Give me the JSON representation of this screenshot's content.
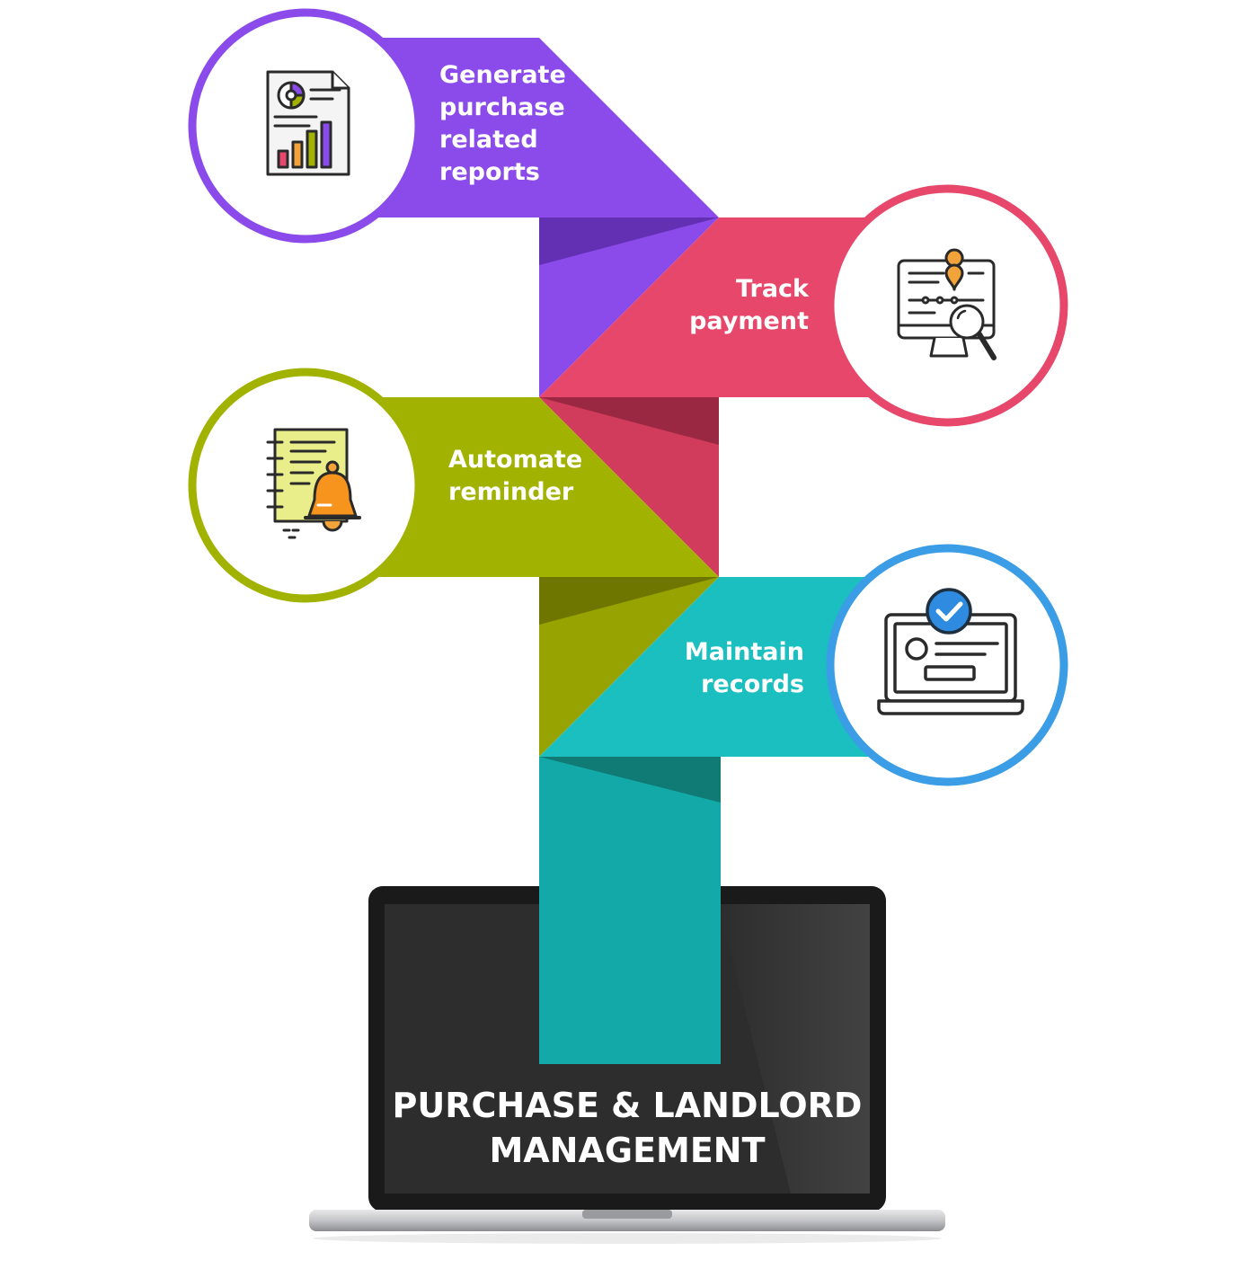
{
  "title": {
    "line1": "PURCHASE & LANDLORD",
    "line2": "MANAGEMENT"
  },
  "features": [
    {
      "id": "reports",
      "lines": [
        "Generate",
        "purchase",
        "related",
        "reports"
      ],
      "color": "#8a4bea",
      "icon": "report-chart-icon"
    },
    {
      "id": "payment",
      "lines": [
        "Track",
        "payment"
      ],
      "color": "#e6476a",
      "icon": "payment-search-icon"
    },
    {
      "id": "reminder",
      "lines": [
        "Automate",
        "reminder"
      ],
      "color": "#a2b200",
      "icon": "reminder-bell-icon"
    },
    {
      "id": "records",
      "lines": [
        "Maintain",
        "records"
      ],
      "color": "#1bbfbf",
      "icon": "laptop-records-icon"
    }
  ],
  "colors": {
    "purple": "#8a4bea",
    "purple_dark": "#6330b4",
    "pink": "#e6476a",
    "pink_dark": "#b22a4a",
    "olive": "#a2b200",
    "olive_dark": "#737c00",
    "teal": "#1bbfbf",
    "teal_dark": "#14a9a9",
    "teal_shadow": "#107a74",
    "blue_ring": "#3b9de6",
    "laptop_frame": "#1a1a1a",
    "laptop_screen": "#2d2d2d"
  }
}
